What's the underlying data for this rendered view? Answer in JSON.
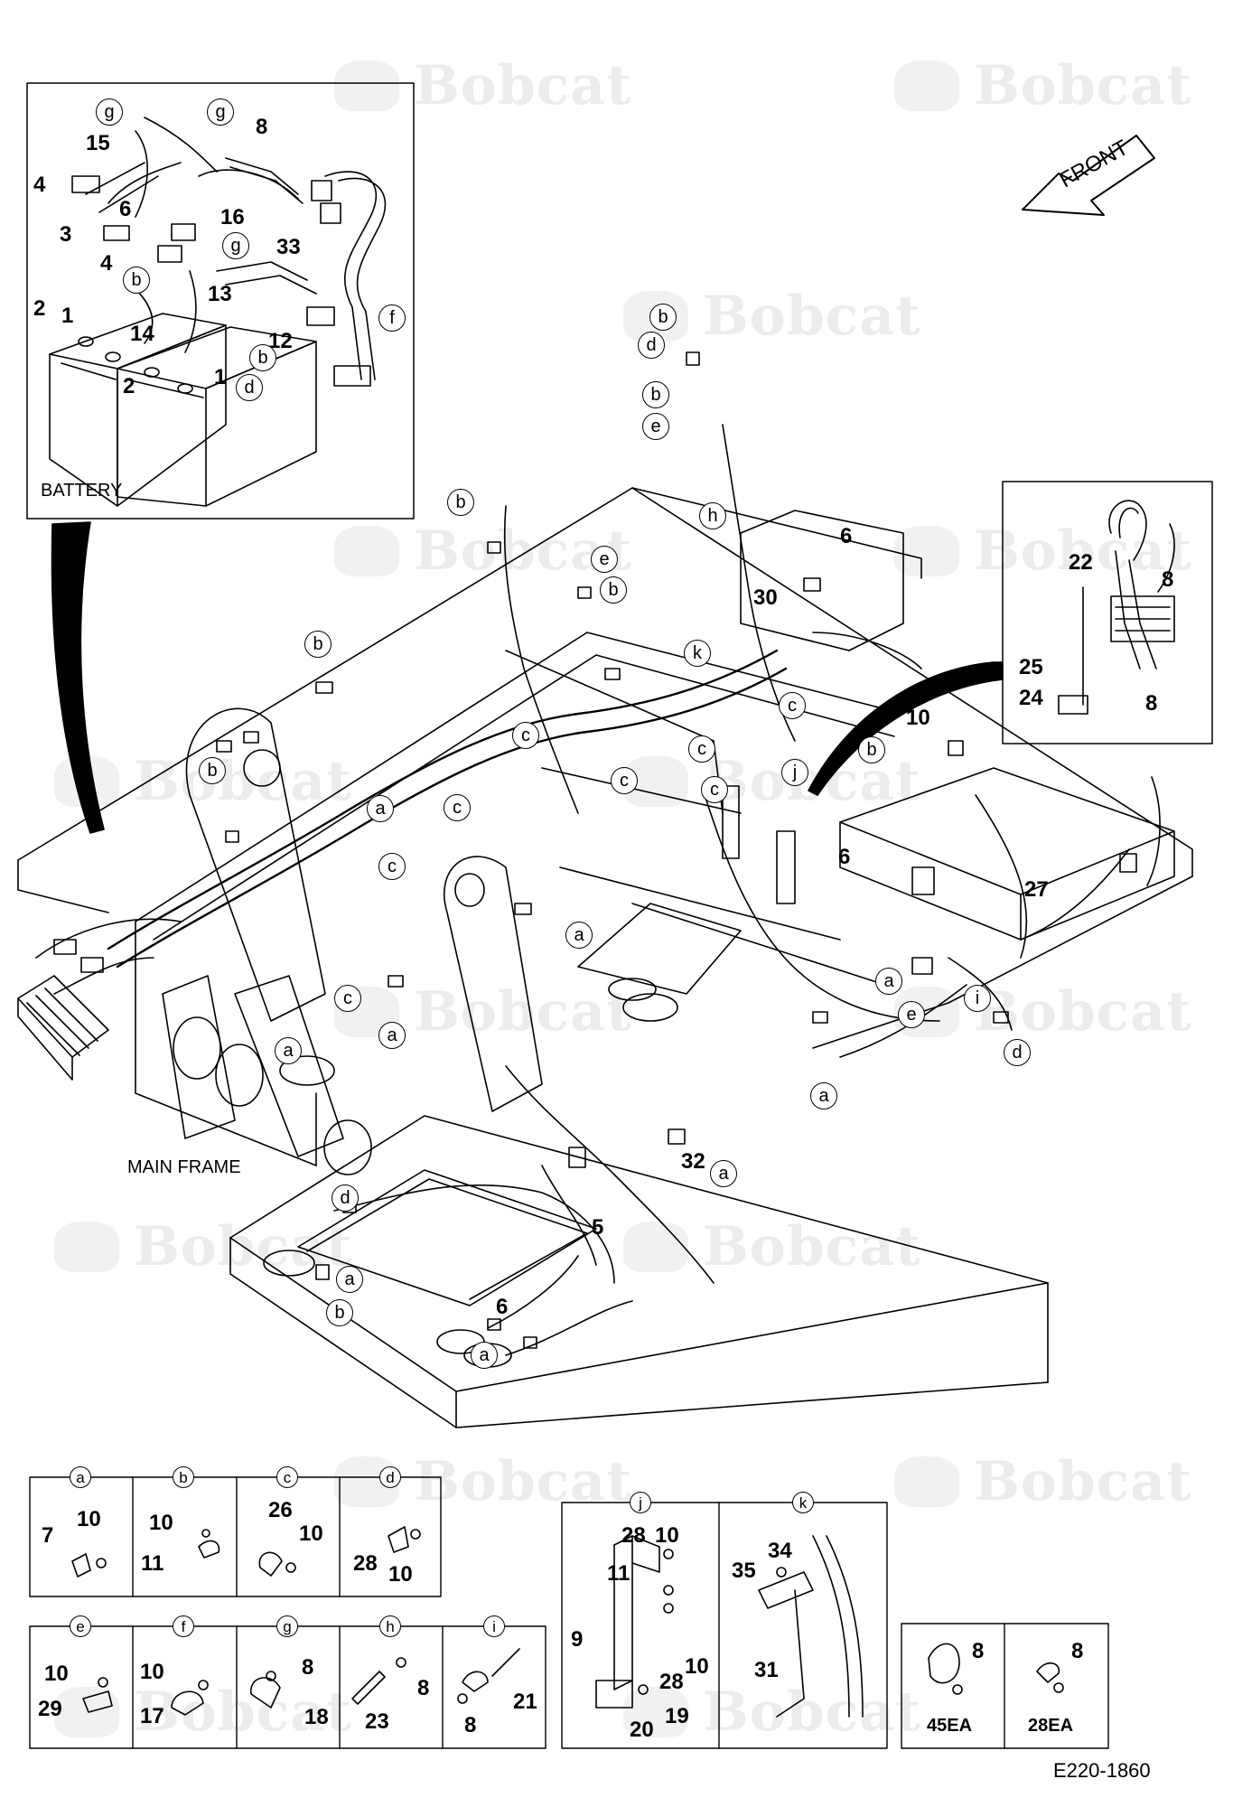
{
  "watermark": "Bobcat",
  "figure_code": "E220-1860",
  "labels": {
    "battery": "BATTERY",
    "main_frame": "MAIN FRAME",
    "front": "FRONT"
  },
  "inset_battery": {
    "callouts": [
      "g",
      "g",
      "8",
      "15",
      "4",
      "6",
      "16",
      "3",
      "4",
      "g",
      "33",
      "b",
      "13",
      "2",
      "1",
      "14",
      "12",
      "b",
      "f",
      "2",
      "1",
      "d"
    ]
  },
  "inset_valve": {
    "callouts": [
      "22",
      "8",
      "25",
      "24",
      "8"
    ]
  },
  "main_callouts": {
    "numbers": [
      "6",
      "30",
      "10",
      "6",
      "27",
      "32",
      "5",
      "6"
    ],
    "letters": [
      "b",
      "d",
      "b",
      "e",
      "b",
      "h",
      "e",
      "b",
      "b",
      "k",
      "c",
      "c",
      "c",
      "c",
      "c",
      "c",
      "j",
      "b",
      "a",
      "c",
      "a",
      "c",
      "a",
      "a",
      "a",
      "e",
      "i",
      "d",
      "a",
      "a",
      "d",
      "a",
      "b",
      "a",
      "b"
    ]
  },
  "details_row1": [
    {
      "letter": "a",
      "parts": [
        "7",
        "10"
      ]
    },
    {
      "letter": "b",
      "parts": [
        "10",
        "11"
      ]
    },
    {
      "letter": "c",
      "parts": [
        "26",
        "10"
      ]
    },
    {
      "letter": "d",
      "parts": [
        "28",
        "10"
      ]
    }
  ],
  "details_row2": [
    {
      "letter": "e",
      "parts": [
        "10",
        "29"
      ]
    },
    {
      "letter": "f",
      "parts": [
        "10",
        "17"
      ]
    },
    {
      "letter": "g",
      "parts": [
        "8",
        "18"
      ]
    },
    {
      "letter": "h",
      "parts": [
        "23",
        "8"
      ]
    },
    {
      "letter": "i",
      "parts": [
        "8",
        "21"
      ]
    }
  ],
  "details_jk": [
    {
      "letter": "j",
      "parts": [
        "28",
        "10",
        "11",
        "9",
        "28",
        "10",
        "20",
        "19"
      ]
    },
    {
      "letter": "k",
      "parts": [
        "35",
        "34",
        "31"
      ]
    }
  ],
  "clip_counts": [
    {
      "part": "8",
      "count": "45EA"
    },
    {
      "part": "8",
      "count": "28EA"
    }
  ]
}
